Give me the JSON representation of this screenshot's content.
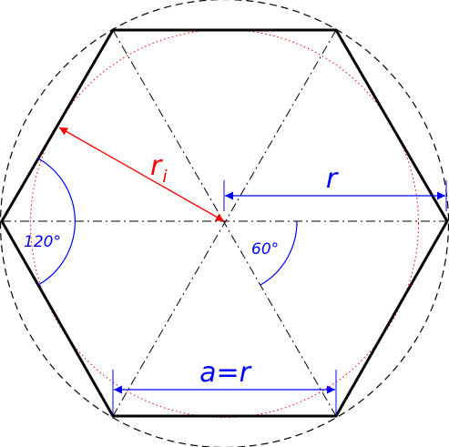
{
  "labels": {
    "inradius": "r",
    "inradius_sub": "i",
    "radius": "r",
    "side": "a=r",
    "interior_angle": "120°",
    "central_angle": "60°"
  },
  "colors": {
    "outline": "#000000",
    "inradius": "#ff0000",
    "dimension": "#0000ff",
    "incircle": "#ff0000",
    "circumcircle": "#000000"
  }
}
